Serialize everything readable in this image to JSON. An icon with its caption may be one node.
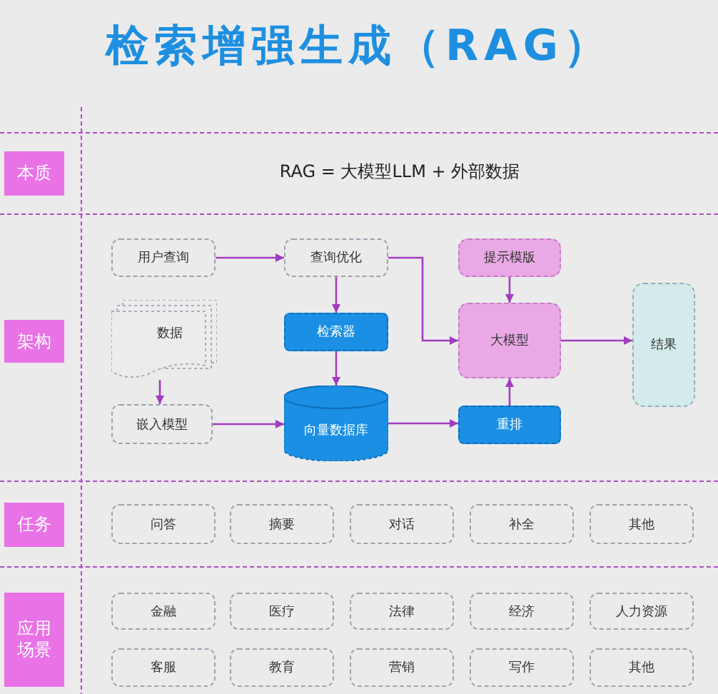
{
  "diagram": {
    "title": "检索增强生成（RAG）",
    "nodes": [
      {
        "text": [
          "本质"
        ]
      },
      {
        "text": [
          "架构"
        ]
      },
      {
        "text": [
          "用户查询"
        ]
      },
      {
        "text": [
          "查询优化"
        ]
      },
      {
        "text": [
          "提示模版"
        ]
      },
      {
        "text": [
          "数据"
        ]
      },
      {
        "text": [
          "检索器"
        ]
      },
      {
        "text": [
          "大模型"
        ]
      },
      {
        "text": [
          "结果"
        ]
      },
      {
        "text": [
          "嵌入模型"
        ]
      },
      {
        "text": [
          "向量数据库"
        ]
      },
      {
        "text": [
          "重排"
        ]
      },
      {
        "text": [
          "任务"
        ]
      },
      {
        "text": [
          "问答"
        ]
      },
      {
        "text": [
          "摘要"
        ]
      },
      {
        "text": [
          "对话"
        ]
      },
      {
        "text": [
          "补全"
        ]
      },
      {
        "text": [
          "其他"
        ]
      },
      {
        "text": [
          "应用场景"
        ]
      },
      {
        "text": [
          "金融"
        ]
      },
      {
        "text": [
          "医疗"
        ]
      },
      {
        "text": [
          "法律"
        ]
      },
      {
        "text": [
          "经济"
        ]
      },
      {
        "text": [
          "人力资源"
        ]
      },
      {
        "text": [
          "客服"
        ]
      },
      {
        "text": [
          "教育"
        ]
      },
      {
        "text": [
          "营销"
        ]
      },
      {
        "text": [
          "写作"
        ]
      },
      {
        "text": [
          "其他"
        ]
      }
    ],
    "edges": [
      {
        "from": 2,
        "to": 3,
        "arrow": "to"
      },
      {
        "from": 3,
        "to": 6,
        "arrow": "to"
      },
      {
        "from": 3,
        "to": 7,
        "arrow": "to"
      },
      {
        "from": 4,
        "to": 7,
        "arrow": "to"
      },
      {
        "from": 6,
        "to": 10,
        "arrow": "to"
      },
      {
        "from": 5,
        "to": 9,
        "arrow": "to"
      },
      {
        "from": 9,
        "to": 10,
        "arrow": "to"
      },
      {
        "from": 10,
        "to": 11,
        "arrow": "to"
      },
      {
        "from": 11,
        "to": 7,
        "arrow": "to"
      },
      {
        "from": 7,
        "to": 8,
        "arrow": "to"
      }
    ],
    "labels": [
      "RAG = 大模型LLM + 外部数据"
    ]
  }
}
